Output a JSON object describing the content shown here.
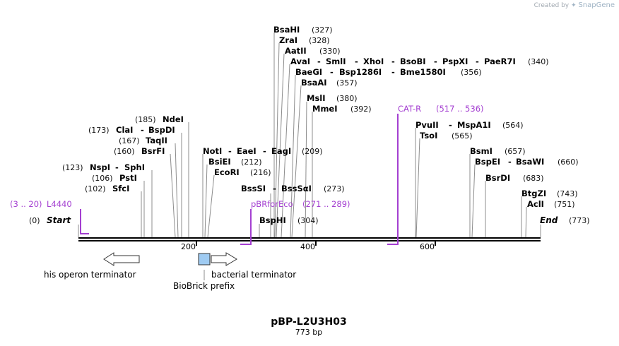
{
  "watermark": {
    "prefix": "Created by",
    "brand": "SnapGene"
  },
  "map": {
    "title": "pBP-L2U3H03",
    "subtitle": "773 bp",
    "start": {
      "label": "Start",
      "pos": "(0)"
    },
    "end": {
      "label": "End",
      "pos": "(773)"
    },
    "ticks": [
      "200",
      "400",
      "600"
    ],
    "sites": [
      {
        "id": "sfci",
        "pos_text": "(102)",
        "names": [
          "SfcI"
        ]
      },
      {
        "id": "psti",
        "pos_text": "(106)",
        "names": [
          "PstI"
        ]
      },
      {
        "id": "nspi",
        "pos_text": "(123)",
        "names": [
          "NspI",
          "SphI"
        ]
      },
      {
        "id": "bsrfi",
        "pos_text": "(160)",
        "names": [
          "BsrFI"
        ]
      },
      {
        "id": "taqii",
        "pos_text": "(167)",
        "names": [
          "TaqII"
        ]
      },
      {
        "id": "clai",
        "pos_text": "(173)",
        "names": [
          "ClaI",
          "BspDI"
        ]
      },
      {
        "id": "ndei",
        "pos_text": "(185)",
        "names": [
          "NdeI"
        ]
      },
      {
        "id": "noti",
        "pos_text": "(209)",
        "names": [
          "NotI",
          "EaeI",
          "EagI"
        ]
      },
      {
        "id": "bsiei",
        "pos_text": "(212)",
        "names": [
          "BsiEI"
        ]
      },
      {
        "id": "ecori",
        "pos_text": "(216)",
        "names": [
          "EcoRI"
        ]
      },
      {
        "id": "bsssi",
        "pos_text": "(273)",
        "names": [
          "BssSI",
          "BssSαI"
        ]
      },
      {
        "id": "bsphi",
        "pos_text": "(304)",
        "names": [
          "BspHI"
        ]
      },
      {
        "id": "bsahi",
        "pos_text": "(327)",
        "names": [
          "BsaHI"
        ]
      },
      {
        "id": "zrai",
        "pos_text": "(328)",
        "names": [
          "ZraI"
        ]
      },
      {
        "id": "aatii",
        "pos_text": "(330)",
        "names": [
          "AatII"
        ]
      },
      {
        "id": "avai",
        "pos_text": "(340)",
        "names": [
          "AvaI",
          "SmlI",
          "XhoI",
          "BsoBI",
          "PspXI",
          "PaeR7I"
        ]
      },
      {
        "id": "baegi",
        "pos_text": "(356)",
        "names": [
          "BaeGI",
          "Bsp1286I",
          "Bme1580I"
        ]
      },
      {
        "id": "bsaai",
        "pos_text": "(357)",
        "names": [
          "BsaAI"
        ]
      },
      {
        "id": "msli",
        "pos_text": "(380)",
        "names": [
          "MslI"
        ]
      },
      {
        "id": "mmei",
        "pos_text": "(392)",
        "names": [
          "MmeI"
        ]
      },
      {
        "id": "pvuii",
        "pos_text": "(564)",
        "names": [
          "PvuII",
          "MspA1I"
        ]
      },
      {
        "id": "tsoi",
        "pos_text": "(565)",
        "names": [
          "TsoI"
        ]
      },
      {
        "id": "bsmi",
        "pos_text": "(657)",
        "names": [
          "BsmI"
        ]
      },
      {
        "id": "bspei",
        "pos_text": "(660)",
        "names": [
          "BspEI",
          "BsaWI"
        ]
      },
      {
        "id": "bsrdi",
        "pos_text": "(683)",
        "names": [
          "BsrDI"
        ]
      },
      {
        "id": "btgzi",
        "pos_text": "(743)",
        "names": [
          "BtgZI"
        ]
      },
      {
        "id": "acli",
        "pos_text": "(751)",
        "names": [
          "AclI"
        ]
      }
    ],
    "primers": [
      {
        "id": "l4440",
        "name": "L4440",
        "range": "(3 .. 20)"
      },
      {
        "id": "pbrforeco",
        "name": "pBRforEco",
        "range": "(271 .. 289)"
      },
      {
        "id": "catr",
        "name": "CAT-R",
        "range": "(517 .. 536)"
      }
    ],
    "features": {
      "his_terminator": "his operon terminator",
      "bacterial_terminator": "bacterial terminator",
      "biobrick_prefix": "BioBrick prefix"
    },
    "colors": {
      "primer": "#a43fd1",
      "prefix_fill": "#9fcbf2",
      "backbone": "#000000",
      "leader": "#8c8c8c"
    }
  }
}
